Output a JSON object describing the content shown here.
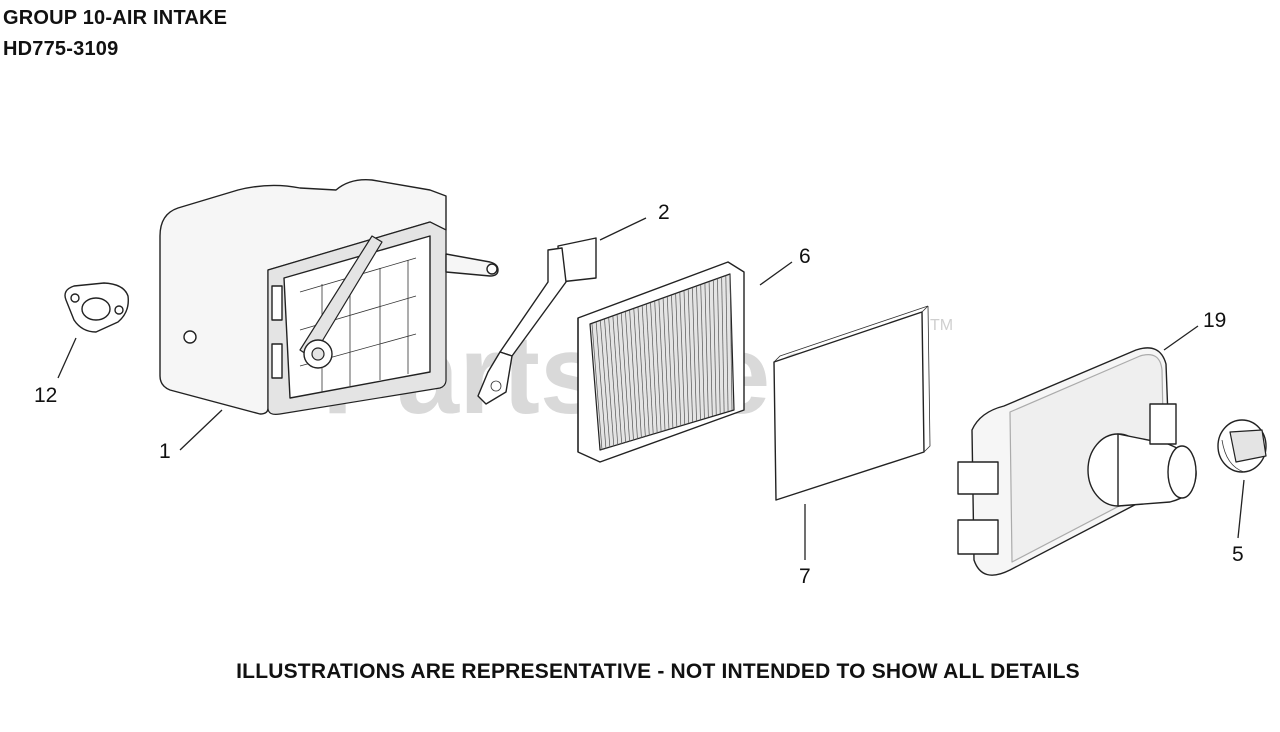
{
  "header": {
    "group_title": "GROUP 10-AIR INTAKE",
    "model": "HD775-3109"
  },
  "watermark": {
    "text": "PartsTree",
    "trademark": "TM"
  },
  "callouts": {
    "c1": "1",
    "c2": "2",
    "c5": "5",
    "c6": "6",
    "c7": "7",
    "c12": "12",
    "c19": "19"
  },
  "footer": {
    "note": "ILLUSTRATIONS ARE REPRESENTATIVE - NOT INTENDED TO SHOW ALL DETAILS"
  }
}
